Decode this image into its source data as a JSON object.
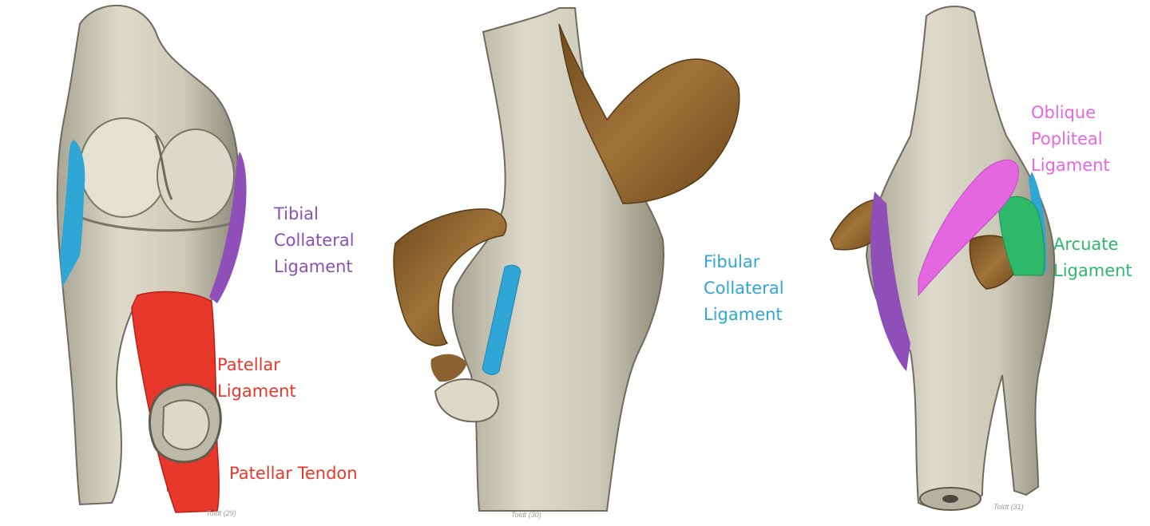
{
  "colors": {
    "background": "#ffffff",
    "bone": "#d9d6c6",
    "bone_shade": "#a7a392",
    "bone_dark": "#6f6b5d",
    "muscle": "#8a6230",
    "tibial_collateral": "#8e4fb8",
    "fibular_collateral": "#2fa6d6",
    "patellar": "#e8382c",
    "oblique_popliteal": "#e466e0",
    "arcuate": "#2db86a"
  },
  "labels": {
    "tibial_collateral": [
      "Tibial",
      "Collateral",
      "Ligament"
    ],
    "patellar_ligament": [
      "Patellar",
      "Ligament"
    ],
    "patellar_tendon": "Patellar Tendon",
    "fibular_collateral": [
      "Fibular",
      "Collateral",
      "Ligament"
    ],
    "oblique_popliteal": [
      "Oblique",
      "Popliteal",
      "Ligament"
    ],
    "arcuate": [
      "Arcuate",
      "Ligament"
    ]
  },
  "credits": [
    "Toldt (29)",
    "Toldt (30)",
    "Toldt (31)"
  ]
}
